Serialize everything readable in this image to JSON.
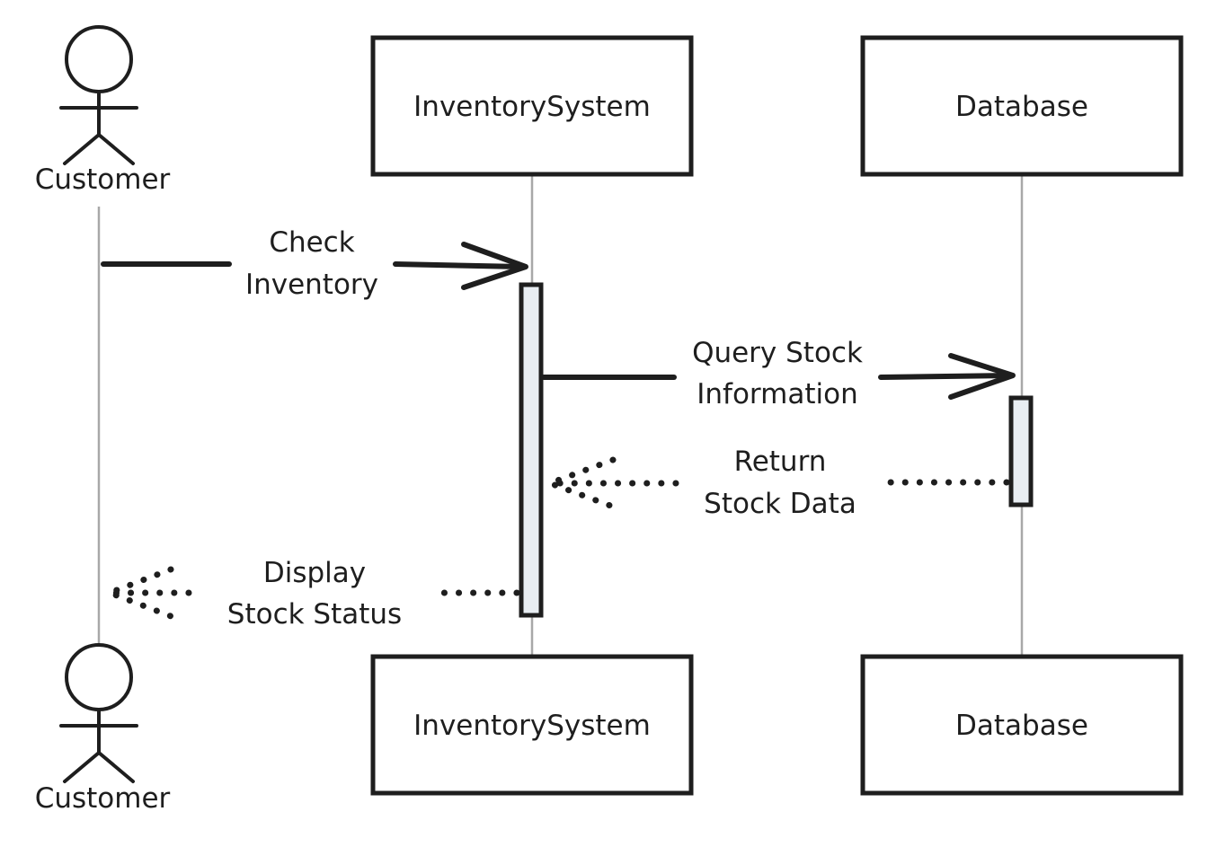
{
  "participants": {
    "customer": "Customer",
    "inventory": "InventorySystem",
    "database": "Database"
  },
  "messages": [
    {
      "line1": "Check",
      "line2": "Inventory",
      "style": "solid"
    },
    {
      "line1": "Query Stock",
      "line2": "Information",
      "style": "solid"
    },
    {
      "line1": "Return",
      "line2": "Stock Data",
      "style": "dotted"
    },
    {
      "line1": "Display",
      "line2": "Stock Status",
      "style": "dotted"
    }
  ],
  "colors": {
    "stroke": "#1e1e1e",
    "lifeline": "#a8a8a8",
    "activation_fill": "#e8edf2"
  }
}
